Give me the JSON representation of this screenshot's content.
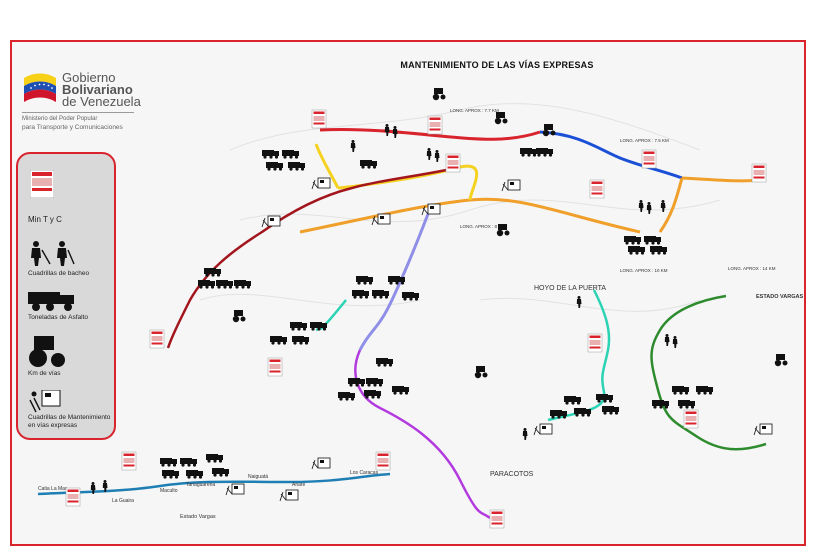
{
  "title": "MANTENIMIENTO DE LAS VÍAS EXPRESAS",
  "logo": {
    "line1": "Gobierno",
    "line2": "Bolivariano",
    "line3": "de Venezuela",
    "ministry_line1": "Ministerio del Poder Popular",
    "ministry_line2": "para Transporte y Comunicaciones",
    "flag_colors": [
      "#f7d117",
      "#1d4fb3",
      "#cf142b"
    ]
  },
  "legend": {
    "title": "Min T y C",
    "items": [
      {
        "label": "Cuadrillas de bacheo",
        "icon": "workers-icon"
      },
      {
        "label": "Toneladas de Asfalto",
        "icon": "dump-truck-icon"
      },
      {
        "label": "Km de vías",
        "icon": "road-roller-icon"
      },
      {
        "label": "Cuadrillas de Mantenimiento en vías expresas",
        "icon": "maintenance-sign-icon"
      }
    ]
  },
  "routes": {
    "colors": {
      "red": "#d9232d",
      "dark_red": "#a3151d",
      "blue": "#1a4fd6",
      "orange": "#f0a02a",
      "yellow": "#f4d21f",
      "purple": "#b23adf",
      "periwinkle": "#8f8fe8",
      "teal": "#2bd3b5",
      "green": "#2e8b2e",
      "cyan": "#1f7fb4"
    }
  },
  "places": {
    "hoyo": "HOYO DE LA PUERTA",
    "paracotos": "PARACOTOS",
    "estado_vargas_right": "ESTADO VARGAS",
    "estado_vargas_bottom": "Estado Vargas",
    "catia": "Catia La Mar",
    "la_guaira": "La Guaira",
    "maculto": "Maculto",
    "tanaguarena": "Tanaguarena",
    "naiguata": "Naiguatá",
    "los_caracas": "Los Caracas",
    "anare": "Anare"
  }
}
